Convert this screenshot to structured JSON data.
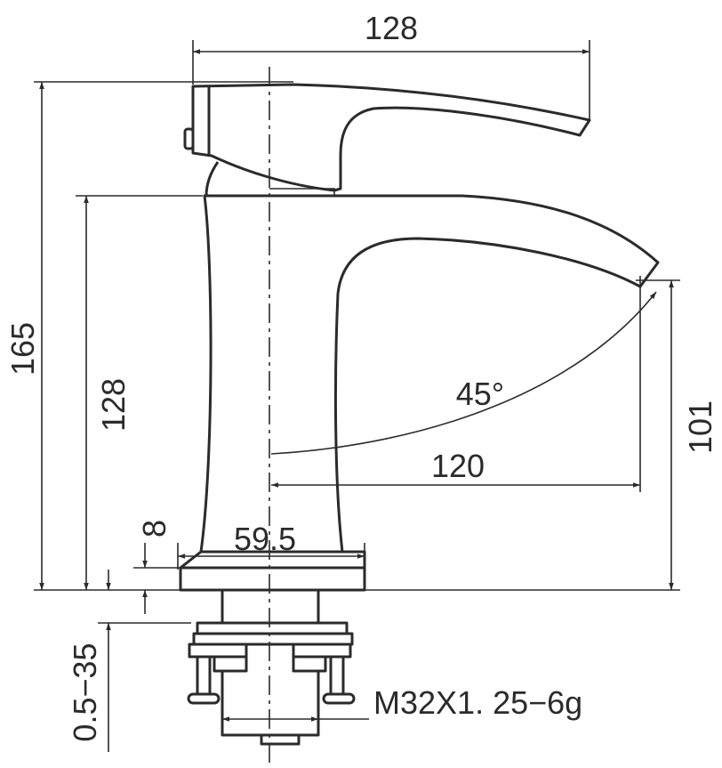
{
  "drawing": {
    "subject": "faucet",
    "dimensions": {
      "handle_width": "128",
      "total_height": "165",
      "body_height": "128",
      "spout_height": "101",
      "spout_reach": "120",
      "handle_angle": "45°",
      "base_diameter": "59.5",
      "base_thickness": "8",
      "mount_range": "0.5−35",
      "thread": "M32X1. 25−6g"
    }
  }
}
